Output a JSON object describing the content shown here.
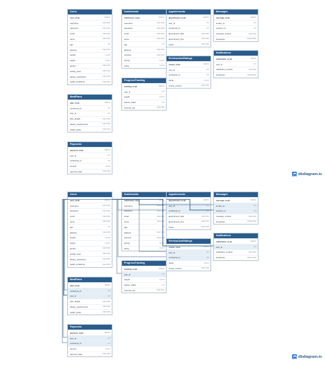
{
  "brand": {
    "label": "dbdiagram.io"
  },
  "colors": {
    "header": "#2a5c8c",
    "highlight": "#e3eef6",
    "border": "#b8c6d6",
    "link": "#4a6f92"
  },
  "tables": [
    {
      "id": "users",
      "title": "Users",
      "fields": [
        {
          "name": "user_id pk",
          "type": "serial"
        },
        {
          "name": "username",
          "type": "varchar"
        },
        {
          "name": "password",
          "type": "varchar"
        },
        {
          "name": "email",
          "type": "varchar"
        },
        {
          "name": "name",
          "type": "varchar"
        },
        {
          "name": "age",
          "type": "int"
        },
        {
          "name": "address",
          "type": "varchar"
        },
        {
          "name": "weight",
          "type": "float"
        },
        {
          "name": "height",
          "type": "float"
        },
        {
          "name": "gender",
          "type": "varchar"
        },
        {
          "name": "activity_level",
          "type": "varchar"
        },
        {
          "name": "dietary_restrictions",
          "type": "varchar"
        },
        {
          "name": "health_conditions",
          "type": "varchar"
        }
      ]
    },
    {
      "id": "nutritionists",
      "title": "Nutritionists",
      "fields": [
        {
          "name": "nutritionist_id pk",
          "type": "serial"
        },
        {
          "name": "username",
          "type": "varchar"
        },
        {
          "name": "password",
          "type": "varchar"
        },
        {
          "name": "email",
          "type": "varchar"
        },
        {
          "name": "name",
          "type": "varchar"
        },
        {
          "name": "age",
          "type": "int"
        },
        {
          "name": "address",
          "type": "varchar"
        },
        {
          "name": "services",
          "type": "varchar"
        },
        {
          "name": "pricing",
          "type": "float"
        },
        {
          "name": "rating",
          "type": "float"
        }
      ]
    },
    {
      "id": "appointments",
      "title": "Appointments",
      "fields": [
        {
          "name": "appointment_id pk",
          "type": "serial"
        },
        {
          "name": "user_id",
          "type": "int"
        },
        {
          "name": "nutritionist_id",
          "type": "int"
        },
        {
          "name": "appointment_date",
          "type": "varchar"
        },
        {
          "name": "appointment_time",
          "type": "varchar"
        },
        {
          "name": "status",
          "type": "varchar"
        }
      ]
    },
    {
      "id": "messages",
      "title": "Messages",
      "fields": [
        {
          "name": "message_id pk",
          "type": "serial"
        },
        {
          "name": "sender_id",
          "type": "int"
        },
        {
          "name": "receiver_id",
          "type": "int"
        },
        {
          "name": "message_content",
          "type": "varchar"
        },
        {
          "name": "timestamp",
          "type": "timestamp"
        }
      ]
    },
    {
      "id": "reviews",
      "title": "ReviewsAndRatings",
      "fields": [
        {
          "name": "review_id pk",
          "type": "serial"
        },
        {
          "name": "user_id",
          "type": "int"
        },
        {
          "name": "nutritionist_id",
          "type": "int"
        },
        {
          "name": "rating",
          "type": "float"
        },
        {
          "name": "review_content",
          "type": "varchar"
        }
      ]
    },
    {
      "id": "notifications",
      "title": "Notifications",
      "fields": [
        {
          "name": "notification_id pk",
          "type": "serial"
        },
        {
          "name": "user_id",
          "type": "int"
        },
        {
          "name": "notification_content",
          "type": "varchar"
        },
        {
          "name": "timestamp",
          "type": "timestamp"
        }
      ]
    },
    {
      "id": "progress",
      "title": "ProgressTracking",
      "fields": [
        {
          "name": "tracking_id pk",
          "type": "serial"
        },
        {
          "name": "user_id",
          "type": "int"
        },
        {
          "name": "weight",
          "type": "float"
        },
        {
          "name": "calorie_intake",
          "type": "int"
        },
        {
          "name": "exercise_log",
          "type": "varchar"
        }
      ]
    },
    {
      "id": "mealplans",
      "title": "MealPlans",
      "fields": [
        {
          "name": "plan_id pk",
          "type": "serial"
        },
        {
          "name": "nutritionist_id",
          "type": "int"
        },
        {
          "name": "user_id",
          "type": "int"
        },
        {
          "name": "plan_details",
          "type": "varchar"
        },
        {
          "name": "dietary_requirements",
          "type": "varchar"
        },
        {
          "name": "health_goals",
          "type": "varchar"
        }
      ]
    },
    {
      "id": "payments",
      "title": "Payments",
      "fields": [
        {
          "name": "payment_id pk",
          "type": "serial"
        },
        {
          "name": "user_id",
          "type": "int"
        },
        {
          "name": "nutritionist_id",
          "type": "int"
        },
        {
          "name": "amount",
          "type": "float"
        },
        {
          "name": "payment_date",
          "type": "varchar"
        }
      ]
    }
  ],
  "relationships": [
    {
      "from": "appointments.user_id",
      "to": "users.user_id pk"
    },
    {
      "from": "appointments.nutritionist_id",
      "to": "nutritionists.nutritionist_id pk"
    },
    {
      "from": "messages.sender_id",
      "to": "users.user_id pk"
    },
    {
      "from": "messages.receiver_id",
      "to": "nutritionists.nutritionist_id pk"
    },
    {
      "from": "reviews.user_id",
      "to": "users.user_id pk"
    },
    {
      "from": "reviews.nutritionist_id",
      "to": "nutritionists.nutritionist_id pk"
    },
    {
      "from": "notifications.user_id",
      "to": "users.user_id pk"
    },
    {
      "from": "progress.user_id",
      "to": "users.user_id pk"
    },
    {
      "from": "mealplans.nutritionist_id",
      "to": "nutritionists.nutritionist_id pk"
    },
    {
      "from": "mealplans.user_id",
      "to": "users.user_id pk"
    },
    {
      "from": "payments.user_id",
      "to": "users.user_id pk"
    },
    {
      "from": "payments.nutritionist_id",
      "to": "nutritionists.nutritionist_id pk"
    }
  ]
}
